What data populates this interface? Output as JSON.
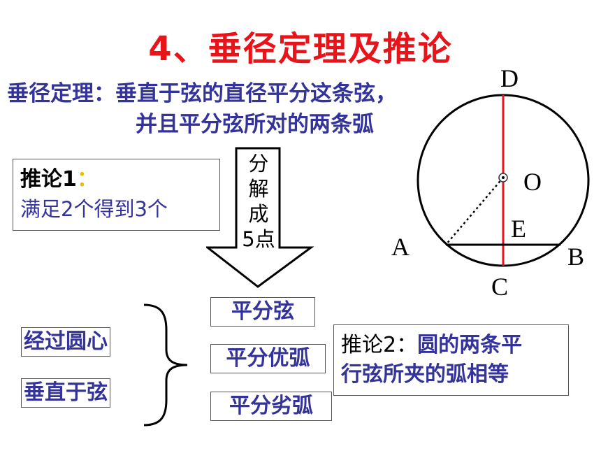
{
  "colors": {
    "title": "#e8141a",
    "text_blue": "#33339a",
    "black": "#000000",
    "red_line": "#e8141a",
    "yellow": "#e6c200"
  },
  "title": "4、垂径定理及推论",
  "theorem": {
    "line1": "垂径定理：垂直于弦的直径平分这条弦，",
    "line2": "并且平分弦所对的两条弧"
  },
  "corollary1": {
    "label": "推论1",
    "colon": "：",
    "text": "满足2个得到3个"
  },
  "arrow": {
    "chars": [
      "分",
      "解",
      "成"
    ],
    "last": "5点"
  },
  "conditions": [
    "经过圆心",
    "垂直于弦"
  ],
  "results": [
    "平分弦",
    "平分优弧",
    "平分劣弧"
  ],
  "corollary2": {
    "label": "推论2：",
    "line1_rest": "圆的两条平",
    "line2": "行弦所夹的弧相等"
  },
  "circle_labels": {
    "D": "D",
    "O": "O",
    "E": "E",
    "A": "A",
    "B": "B",
    "C": "C"
  }
}
